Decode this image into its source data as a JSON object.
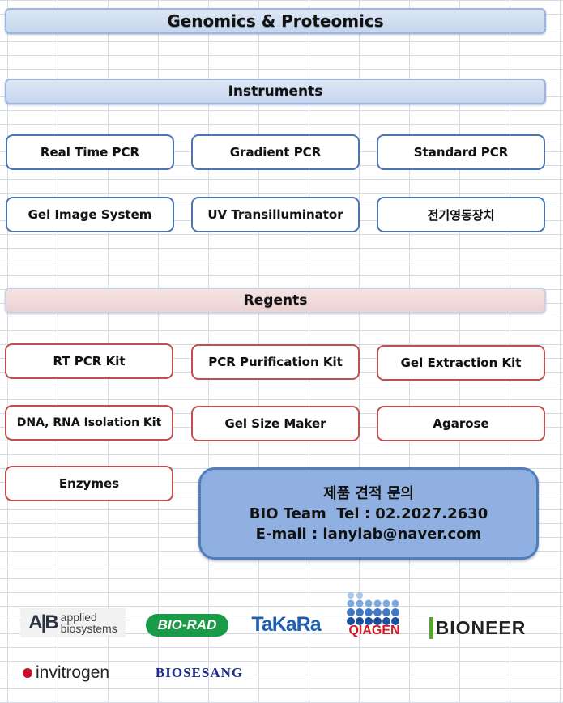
{
  "main_header": "Genomics & Proteomics",
  "instruments": {
    "header": "Instruments",
    "items": [
      "Real Time PCR",
      "Gradient PCR",
      "Standard PCR",
      "Gel Image System",
      "UV Transilluminator",
      "전기영동장치"
    ]
  },
  "regents": {
    "header": "Regents",
    "items": [
      "RT PCR Kit",
      "PCR Purification Kit",
      "Gel Extraction Kit",
      "DNA, RNA Isolation Kit",
      "Gel Size Maker",
      "Agarose",
      "Enzymes"
    ]
  },
  "contact": {
    "line1": "제품 견적 문의",
    "line2": "BIO Team  Tel : 02.2027.2630",
    "line3": "E-mail : ianylab@naver.com"
  },
  "logos": {
    "applied": {
      "mark": "A|B",
      "line1": "applied",
      "line2": "biosystems"
    },
    "biorad": "BIO-RAD",
    "takara": "TaKaRa",
    "qiagen": "QIAGEN",
    "bioneer": "BIONEER",
    "invitrogen": "invitrogen",
    "biosesang": "BIOSESANG"
  },
  "colors": {
    "blue_border": "#4a75b5",
    "red_border": "#c0504d",
    "contact_fill": "#8fb0e0",
    "biorad_green": "#1a9b48",
    "takara_blue": "#1e5fb4",
    "qiagen_red": "#d4181f",
    "bioneer_green": "#57a52e",
    "invitrogen_red": "#c8102e",
    "biosesang_navy": "#1b2a8c"
  }
}
